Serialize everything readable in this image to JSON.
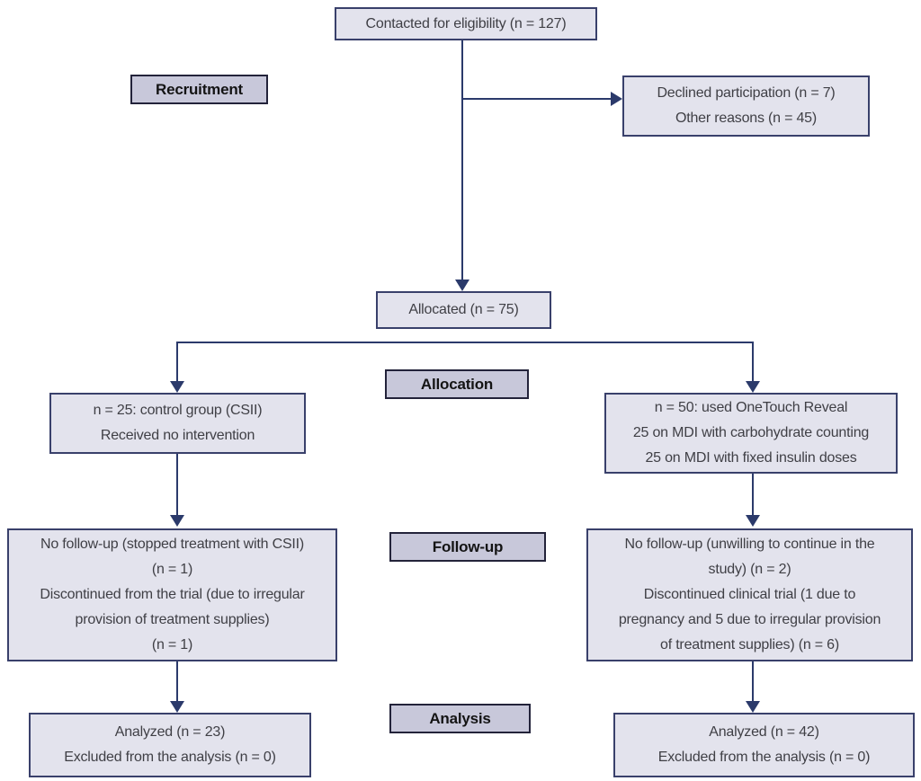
{
  "colors": {
    "box_fill": "#e3e3ed",
    "box_border": "#39406b",
    "box_text": "#3f3f45",
    "label_fill": "#c8c8da",
    "label_border": "#23233a",
    "label_text": "#141414",
    "arrow": "#2b3a6b",
    "page_bg": "#ffffff"
  },
  "stages": {
    "recruitment": "Recruitment",
    "allocation": "Allocation",
    "followup": "Follow-up",
    "analysis": "Analysis"
  },
  "boxes": {
    "contacted": {
      "lines": [
        "Contacted for eligibility (n = 127)"
      ]
    },
    "declined": {
      "lines": [
        "Declined participation (n = 7)",
        "Other reasons (n = 45)"
      ]
    },
    "allocated": {
      "lines": [
        "Allocated (n = 75)"
      ]
    },
    "control_group": {
      "lines": [
        "n = 25: control group (CSII)",
        "Received no intervention"
      ]
    },
    "intervention_group": {
      "lines": [
        "n = 50: used OneTouch Reveal",
        "25 on MDI with carbohydrate counting",
        "25 on MDI with fixed insulin doses"
      ]
    },
    "control_followup": {
      "lines": [
        "No follow-up (stopped treatment with CSII)",
        "(n = 1)",
        "Discontinued from the trial (due to irregular",
        "provision of treatment supplies)",
        "(n = 1)"
      ]
    },
    "intervention_followup": {
      "lines": [
        "No follow-up (unwilling to continue in the",
        "study) (n = 2)",
        "Discontinued clinical trial (1 due to",
        "pregnancy and 5 due to irregular provision",
        "of treatment supplies) (n = 6)"
      ]
    },
    "control_analysis": {
      "lines": [
        "Analyzed (n = 23)",
        "Excluded from the analysis (n = 0)"
      ]
    },
    "intervention_analysis": {
      "lines": [
        "Analyzed (n = 42)",
        "Excluded from the analysis (n = 0)"
      ]
    }
  }
}
